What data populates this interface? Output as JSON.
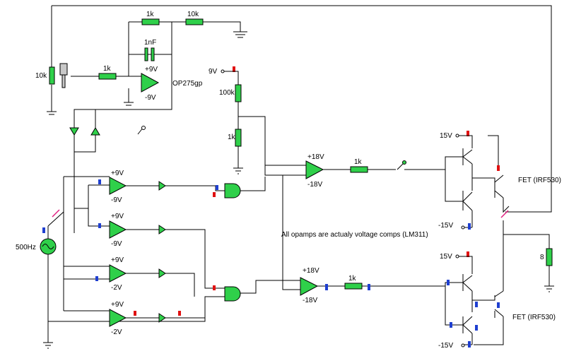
{
  "labels": {
    "r_top_1k": "1k",
    "r_top_10k": "10k",
    "cap": "1nF",
    "pot": "10k",
    "r_in_1k": "1k",
    "op_pos": "+9V",
    "op_neg": "-9V",
    "op_name": "OP275gp",
    "v9": "9V",
    "r100k": "100k",
    "r1k_div": "1k",
    "cmp1_pos": "+9V",
    "cmp1_neg": "-9V",
    "cmp2_pos": "+9V",
    "cmp2_neg": "-9V",
    "cmp3_pos": "+9V",
    "cmp3_neg": "-2V",
    "cmp4_pos": "+9V",
    "cmp4_neg": "-2V",
    "src": "500Hz",
    "drv1_pos": "+18V",
    "drv1_neg": "-18V",
    "drv1_r": "1k",
    "drv2_pos": "+18V",
    "drv2_neg": "-18V",
    "drv2_r": "1k",
    "note": "All opamps are actualy voltage comps (LM311)",
    "v15_top": "15V",
    "vm15_top": "-15V",
    "v15_bot": "15V",
    "vm15_bot": "-15V",
    "fet_top": "FET (IRF530)",
    "fet_bot": "FET (IRF530)",
    "load": "8"
  },
  "colors": {
    "component": "#2fd04a",
    "probe_blue": "#1f3fd0",
    "probe_red": "#e01010"
  }
}
